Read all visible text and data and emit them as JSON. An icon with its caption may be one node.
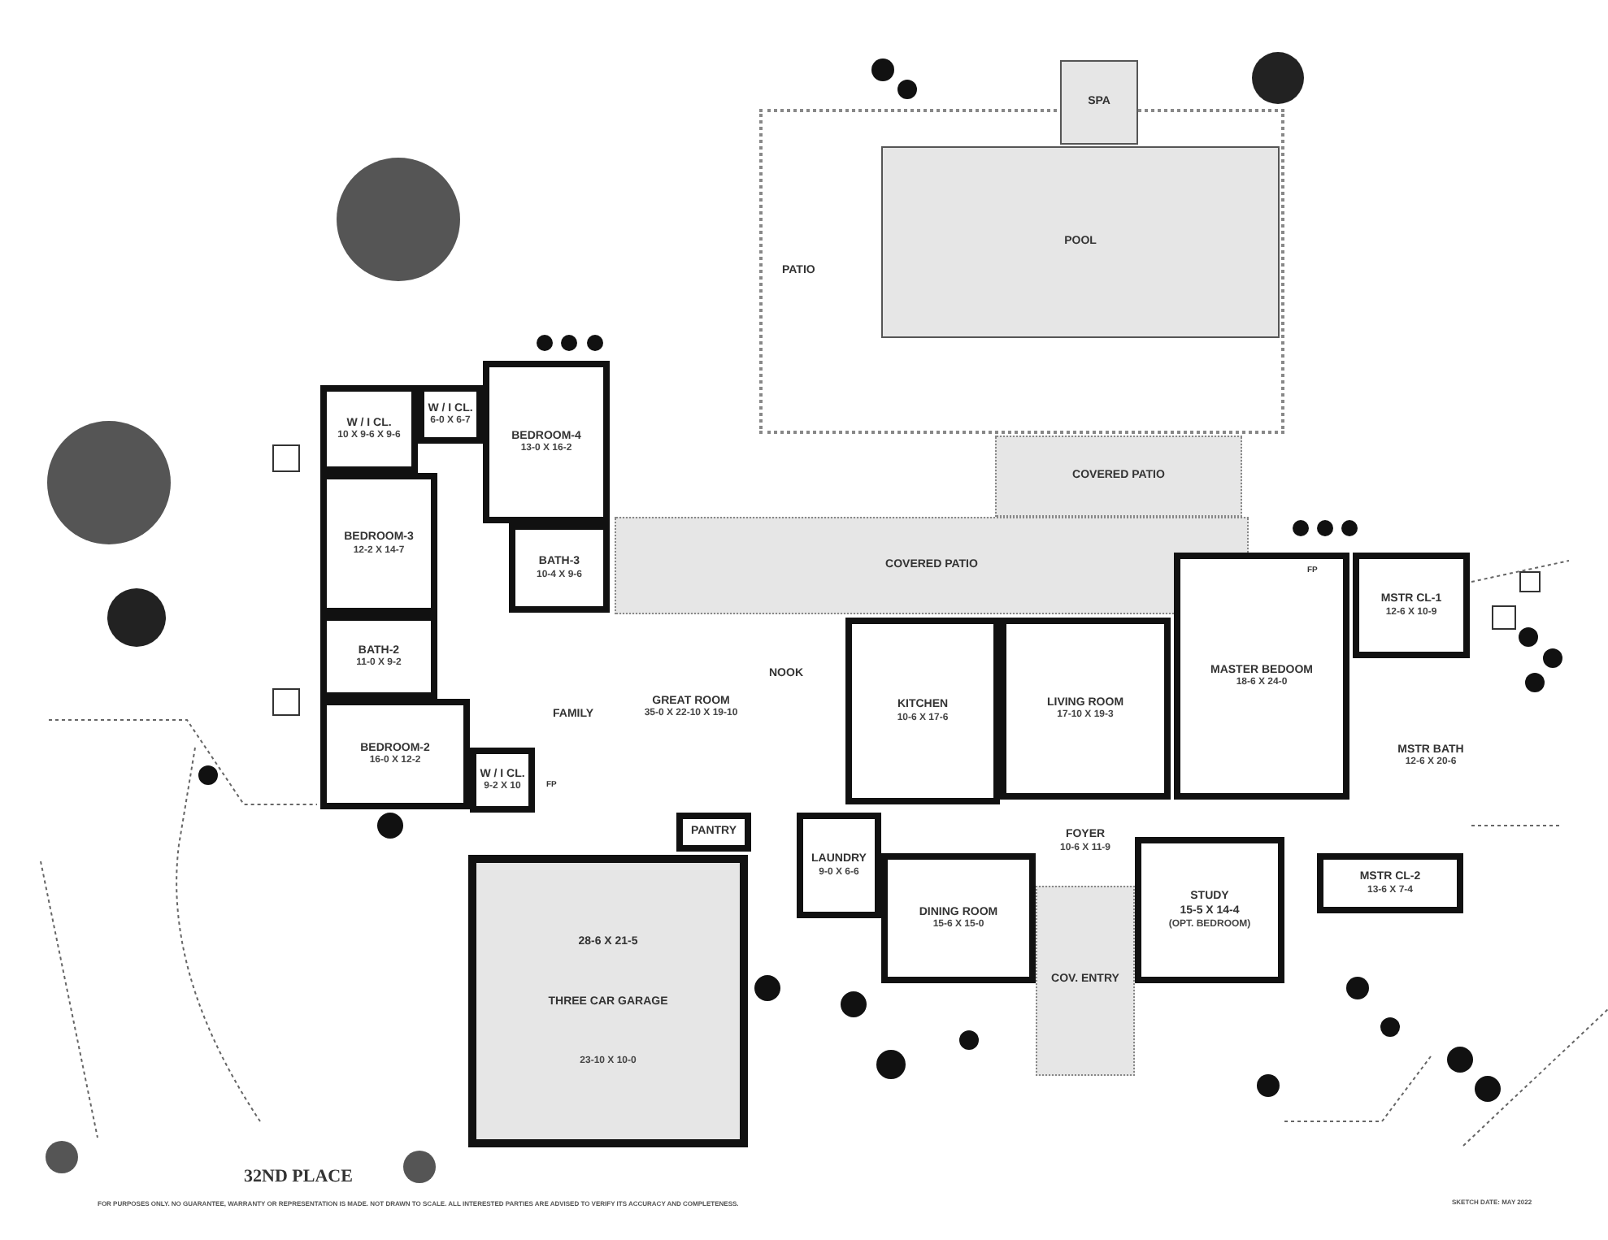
{
  "diagram": {
    "nodes": [
      {
        "text": [
          "PATIO"
        ]
      },
      {
        "text": [
          "POOL"
        ],
        "in": 0
      },
      {
        "text": [
          "SPA"
        ]
      },
      {
        "text": [
          "COVERED PATIO"
        ]
      },
      {
        "text": [
          "COVERED PATIO"
        ]
      },
      {
        "text": [
          "W / I CL.",
          "10 X 9-6 X 9-6"
        ]
      },
      {
        "text": [
          "W / I CL.",
          "6-0 X 6-7"
        ]
      },
      {
        "text": [
          "BEDROOM-4",
          "13-0 X 16-2"
        ]
      },
      {
        "text": [
          "BEDROOM-3",
          "12-2 X 14-7"
        ]
      },
      {
        "text": [
          "BATH-3",
          "10-4 X 9-6"
        ]
      },
      {
        "text": [
          "BATH-2",
          "11-0 X 9-2"
        ]
      },
      {
        "text": [
          "BEDROOM-2",
          "16-0 X 12-2"
        ]
      },
      {
        "text": [
          "W / I CL.",
          "9-2 X 10"
        ]
      },
      {
        "text": [
          "GREAT ROOM",
          "35-0 X 22-10 X 19-10"
        ]
      },
      {
        "text": [
          "KITCHEN",
          "10-6 X 17-6"
        ]
      },
      {
        "text": [
          "LIVING ROOM",
          "17-10 X 19-3"
        ]
      },
      {
        "text": [
          "MASTER BEDOOM",
          "18-6 X 24-0"
        ]
      },
      {
        "text": [
          "MSTR CL-1",
          "12-6 X 10-9"
        ]
      },
      {
        "text": [
          "MSTR BATH",
          "12-6 X 20-6"
        ]
      },
      {
        "text": [
          "MSTR CL-2",
          "13-6 X 7-4"
        ]
      },
      {
        "text": [
          "PANTRY"
        ]
      },
      {
        "text": [
          "LAUNDRY",
          "9-0 X 6-6"
        ]
      },
      {
        "text": [
          "FOYER",
          "10-6 X 11-9"
        ]
      },
      {
        "text": [
          "DINING ROOM",
          "15-6 X 15-0"
        ]
      },
      {
        "text": [
          "STUDY",
          "15-5 X 14-4",
          "(OPT. BEDROOM)"
        ]
      },
      {
        "text": [
          "COV. ENTRY"
        ]
      },
      {
        "text": [
          "28-6 X 21-5",
          "THREE CAR GARAGE",
          "23-10 X 10-0"
        ]
      }
    ],
    "labels": [
      "NOOK",
      "FAMILY",
      "FP",
      "FP",
      "32ND PLACE",
      "FOR PURPOSES ONLY. NO GUARANTEE, WARRANTY OR REPRESENTATION IS MADE. NOT DRAWN TO SCALE. ALL INTERESTED PARTIES ARE ADVISED TO VERIFY ITS ACCURACY AND COMPLETENESS.",
      "SKETCH DATE:   MAY 2022"
    ]
  }
}
